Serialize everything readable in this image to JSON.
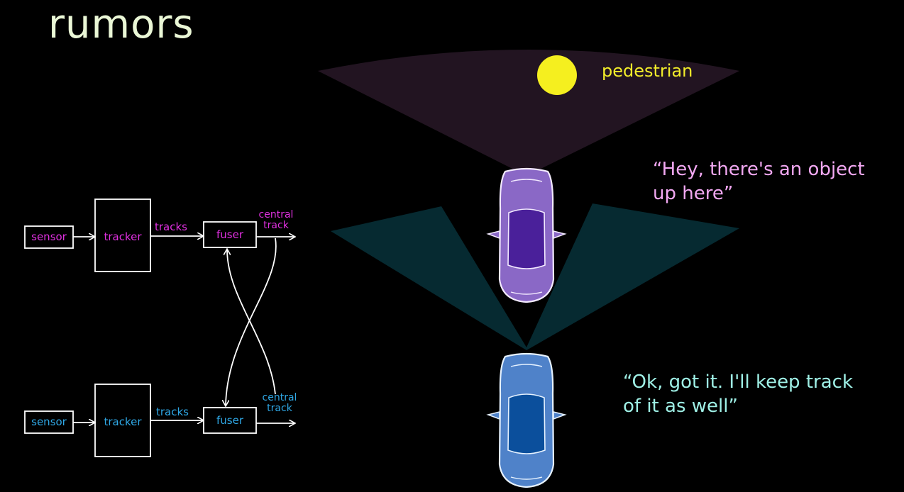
{
  "slide": {
    "title": "rumors",
    "pedestrian_label": "pedestrian",
    "quote_top": "“Hey, there's an object\nup here”",
    "quote_bottom": "“Ok, got it.  I'll keep track\nof it as well”"
  },
  "pipelines": [
    {
      "color": "#e030e0",
      "sensor": "sensor",
      "tracker": "tracker",
      "tracks": "tracks",
      "fuser": "fuser",
      "central_track": "central\ntrack"
    },
    {
      "color": "#2fa8e6",
      "sensor": "sensor",
      "tracker": "tracker",
      "tracks": "tracks",
      "fuser": "fuser",
      "central_track": "central\ntrack"
    }
  ],
  "colors": {
    "background": "#000000",
    "title_text": "#eaf7d6",
    "pedestrian": "#f5ef1f",
    "top_car_body": "#8a68c6",
    "top_car_roof": "#4a209a",
    "bottom_car_body": "#4f82c9",
    "bottom_car_roof": "#0b4f9c",
    "top_fov": "#221421",
    "bottom_fov": "#062a31",
    "quote_top": "#f2a8f2",
    "quote_bottom": "#9ff0e6",
    "diagram_lines": "#ffffff"
  },
  "icons": [
    "pedestrian-icon",
    "car-icon"
  ]
}
